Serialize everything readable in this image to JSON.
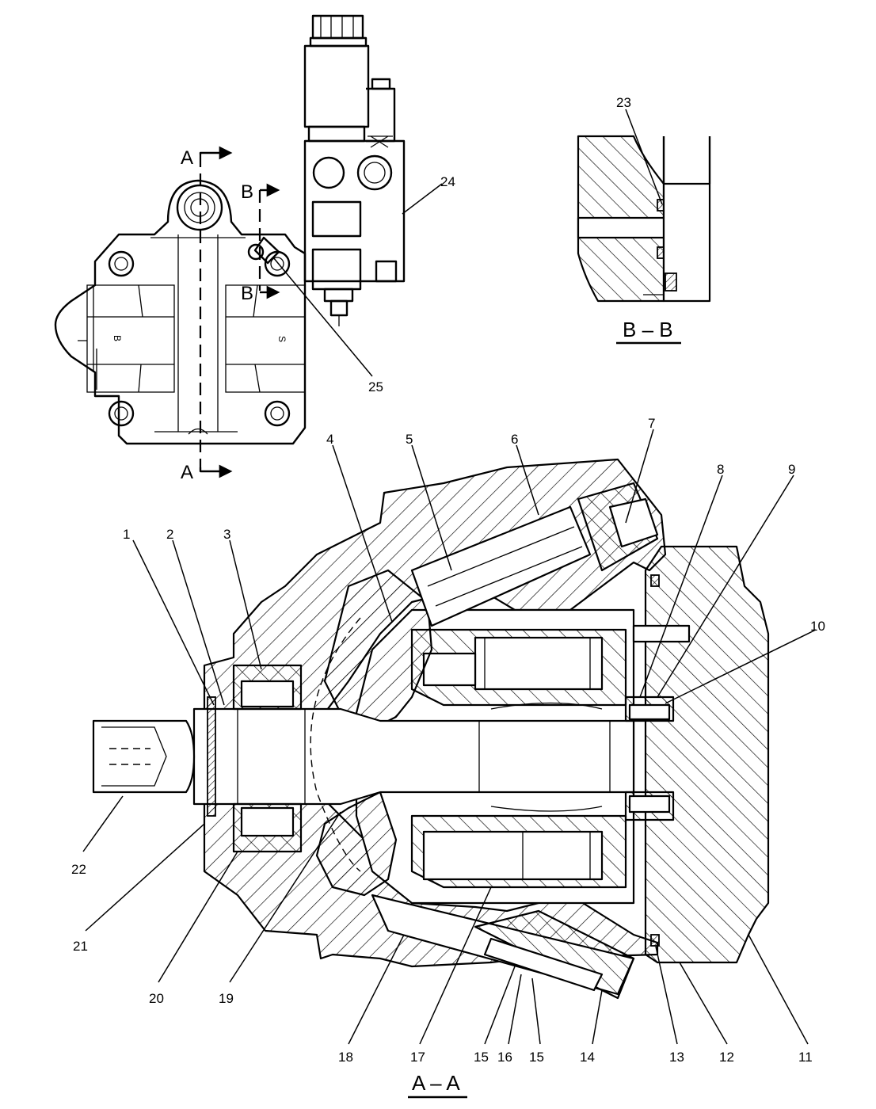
{
  "views": {
    "top_view": {
      "section_marks": [
        "A",
        "A",
        "B",
        "B"
      ],
      "port_marks": [
        "B",
        "S"
      ]
    },
    "section_bb": {
      "title": "B – B"
    },
    "section_aa": {
      "title": "A – A"
    }
  },
  "callouts": [
    "1",
    "2",
    "3",
    "4",
    "5",
    "6",
    "7",
    "8",
    "9",
    "10",
    "11",
    "12",
    "13",
    "14",
    "15",
    "16",
    "15",
    "17",
    "18",
    "19",
    "20",
    "21",
    "22",
    "23",
    "24",
    "25"
  ]
}
